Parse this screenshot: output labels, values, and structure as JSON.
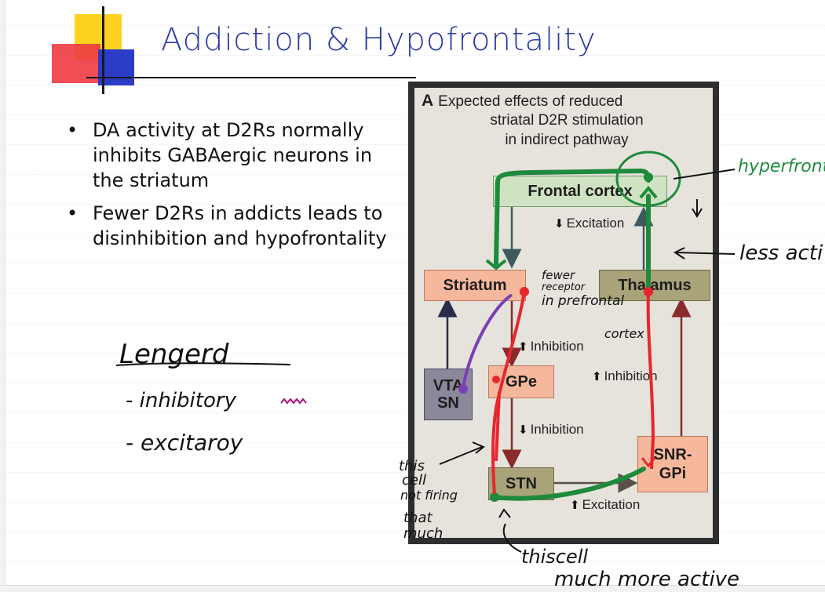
{
  "title": "Addiction & Hypofrontality",
  "bullets": [
    "DA activity at D2Rs normally inhibits GABAergic neurons in the striatum",
    "Fewer D2Rs in addicts leads to disinhibition and hypofrontality"
  ],
  "handwritten": {
    "legend_title": "Lengerd",
    "legend_inhibitory": "- inhibitory",
    "legend_excitatory": "- excitaroy",
    "hyperfrontal": "hyperfronta",
    "less_active": "less acti",
    "fewer_receptor_1": "fewer",
    "fewer_receptor_2": "receptor",
    "fewer_receptor_3": "in prefrontal",
    "fewer_receptor_4": "cortex",
    "this_cell_1": "this",
    "this_cell_2": "cell",
    "this_cell_3": "not firing",
    "this_cell_4": "that",
    "this_cell_5": "much",
    "bottom_1": "thiscell",
    "bottom_2": "much more active"
  },
  "figure": {
    "letter": "A",
    "heading_line1": "Expected effects of reduced",
    "heading_line2": "striatal D2R stimulation",
    "heading_line3": "in indirect pathway",
    "nodes": {
      "frontal_cortex": "Frontal cortex",
      "striatum": "Striatum",
      "thalamus": "Thalamus",
      "vta_line1": "VTA",
      "vta_line2": "SN",
      "gpe": "GPe",
      "stn": "STN",
      "snr_line1": "SNR-",
      "snr_line2": "GPi"
    },
    "labels": {
      "excitation_top": "Excitation",
      "inhibition_striatum_gpe": "Inhibition",
      "inhibition_right": "Inhibition",
      "inhibition_gpe_stn": "Inhibition",
      "excitation_bottom": "Excitation"
    },
    "arrows": {
      "excitation_top": "down",
      "inhibition_striatum_gpe": "up",
      "inhibition_right": "up",
      "inhibition_gpe_stn": "down",
      "excitation_bottom": "up"
    }
  },
  "colors": {
    "title": "#2a3aa8",
    "annotation_green": "#1e8a3c",
    "annotation_red": "#e8262d",
    "annotation_purple": "#7b3fb5",
    "legend_swatch": "#b0127a"
  }
}
